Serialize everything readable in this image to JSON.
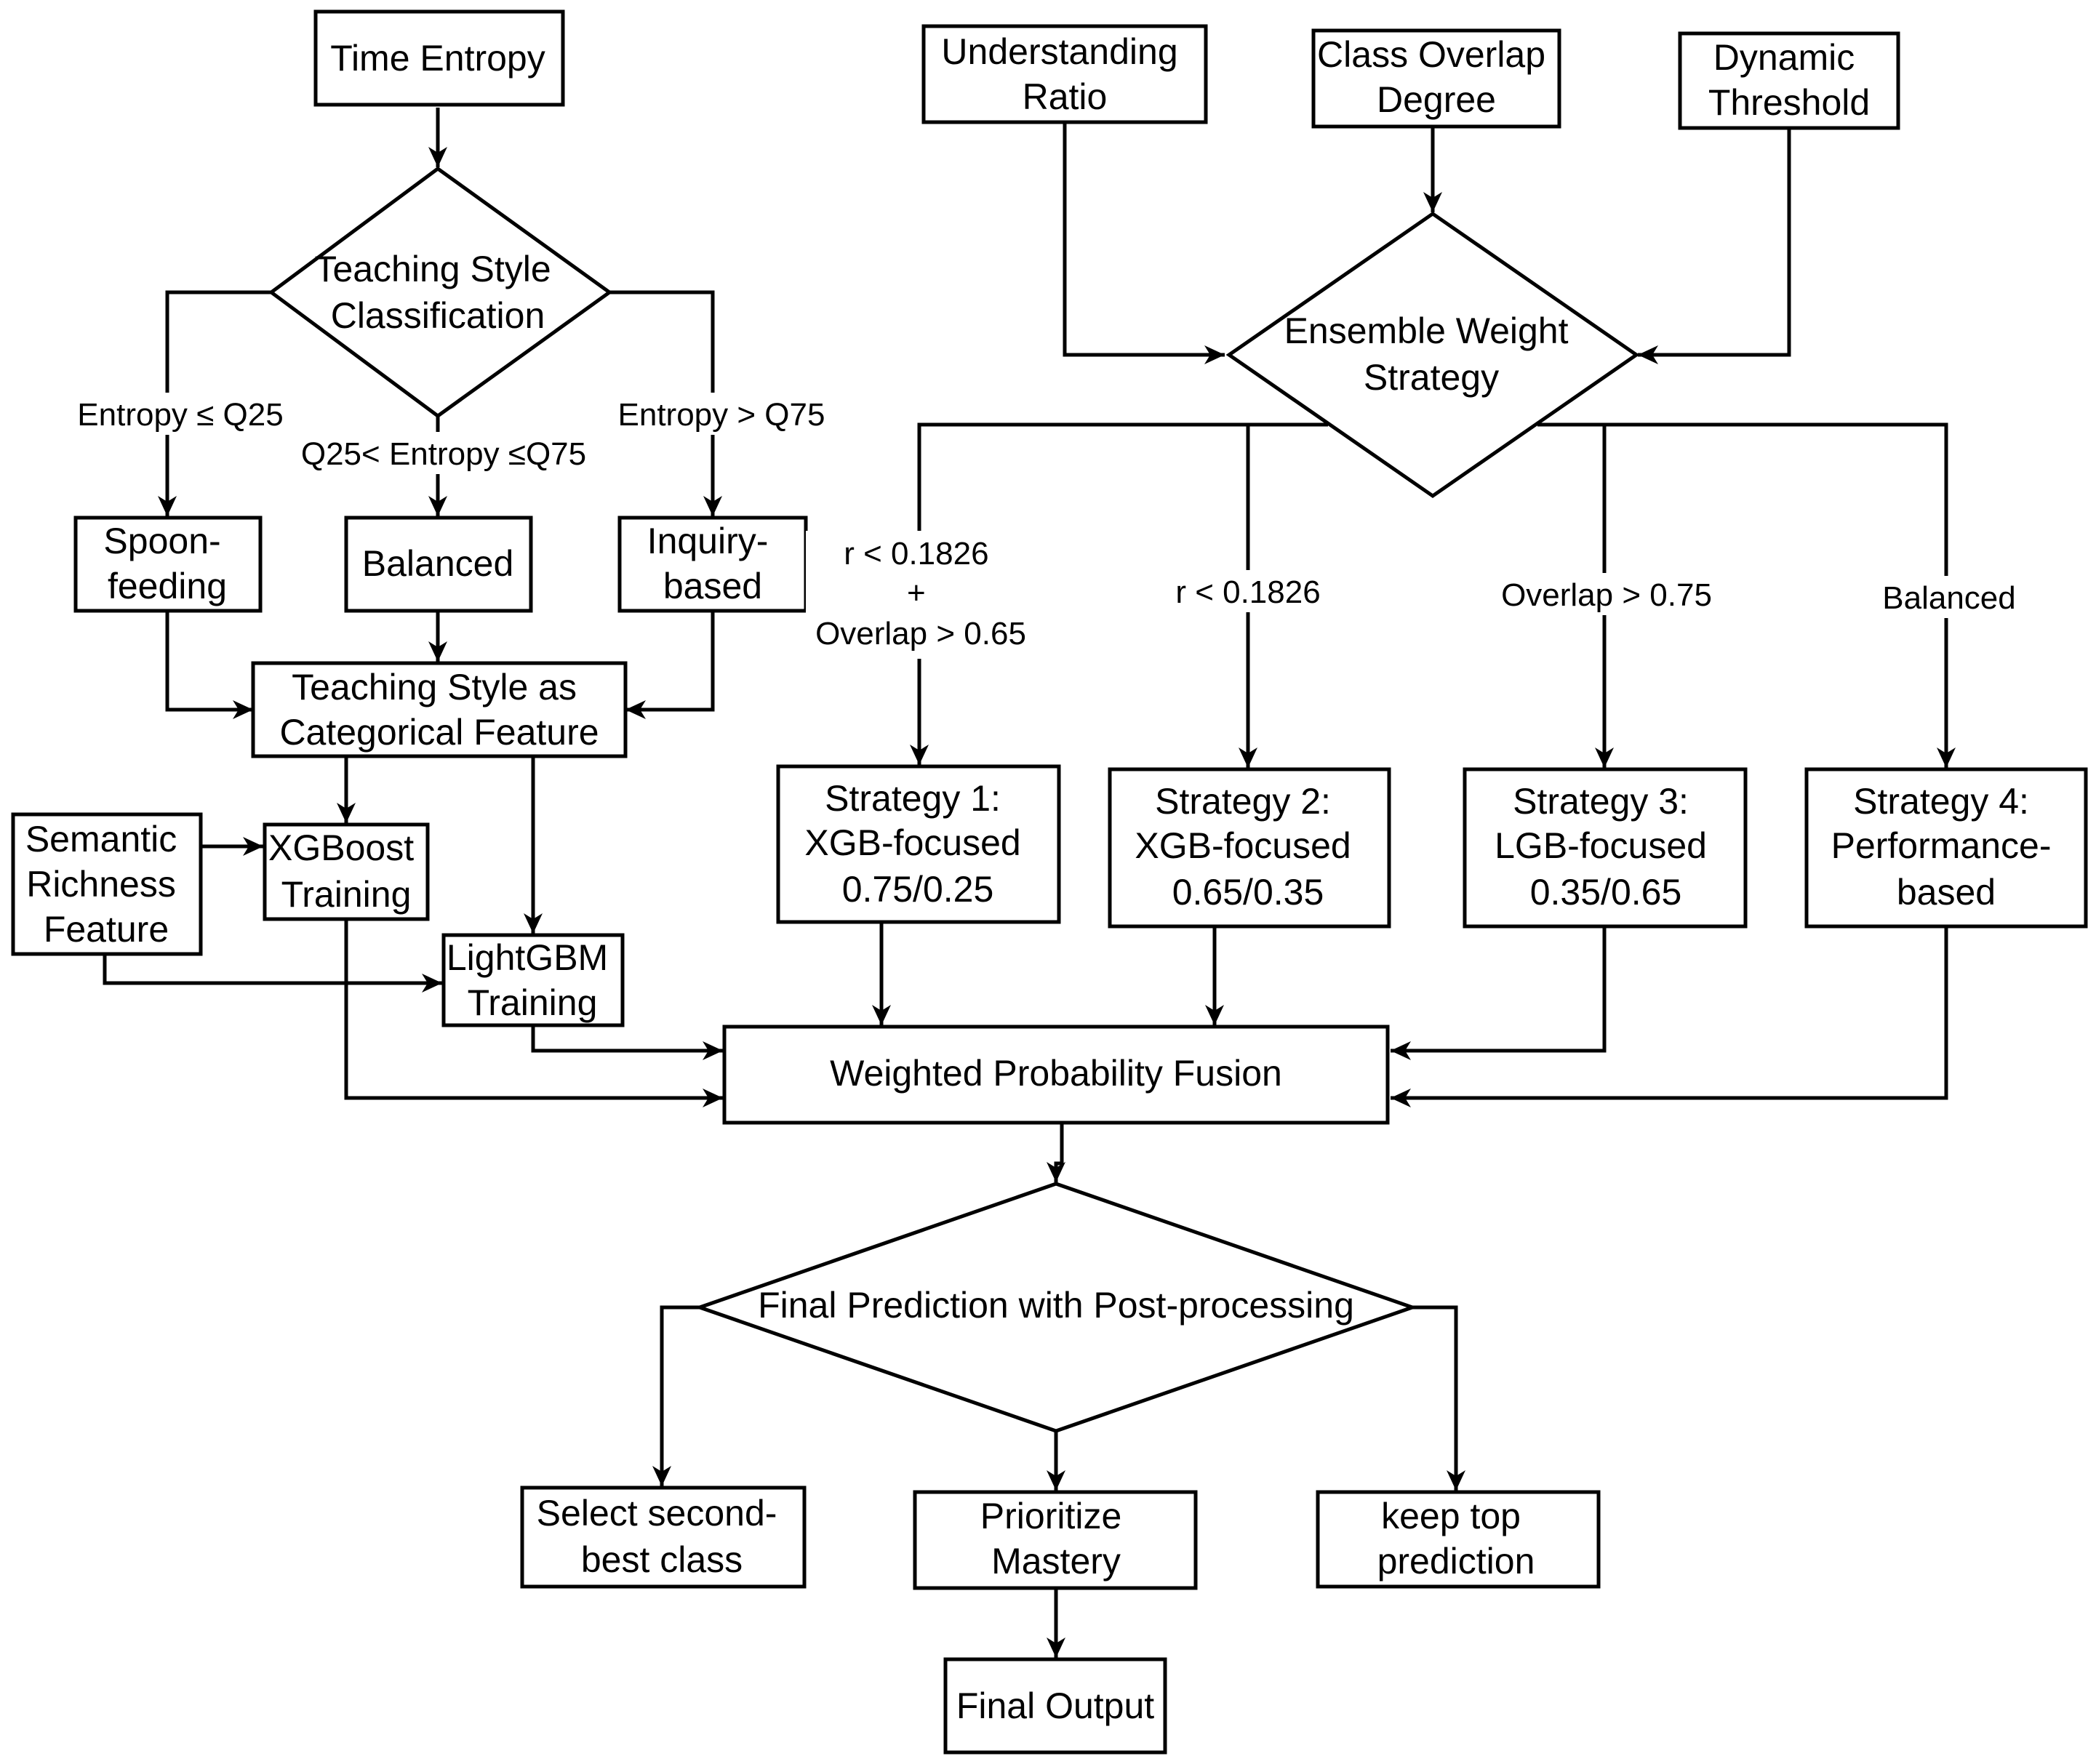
{
  "nodes": {
    "time_entropy": [
      "Time Entropy"
    ],
    "teaching_style_classification": [
      "Teaching Style",
      "Classification"
    ],
    "spoon_feeding": [
      "Spoon-",
      "feeding"
    ],
    "balanced_style": [
      "Balanced"
    ],
    "inquiry_based": [
      "Inquiry-",
      "based"
    ],
    "teaching_style_feature": [
      "Teaching Style as",
      "Categorical Feature"
    ],
    "semantic_richness": [
      "Semantic",
      "Richness",
      "Feature"
    ],
    "xgboost_training": [
      "XGBoost",
      "Training"
    ],
    "lightgbm_training": [
      "LightGBM",
      "Training"
    ],
    "understanding_ratio": [
      "Understanding",
      "Ratio"
    ],
    "class_overlap_degree": [
      "Class Overlap",
      "Degree"
    ],
    "dynamic_threshold": [
      "Dynamic",
      "Threshold"
    ],
    "ensemble_weight_strategy": [
      "Ensemble Weight",
      "Strategy"
    ],
    "strategy_1": [
      "Strategy 1:",
      "XGB-focused",
      "0.75/0.25"
    ],
    "strategy_2": [
      "Strategy 2:",
      "XGB-focused",
      "0.65/0.35"
    ],
    "strategy_3": [
      "Strategy 3:",
      "LGB-focused",
      "0.35/0.65"
    ],
    "strategy_4": [
      "Strategy 4:",
      "Performance-",
      "based"
    ],
    "weighted_probability_fusion": [
      "Weighted Probability Fusion"
    ],
    "final_prediction": [
      "Final Prediction with Post-processing"
    ],
    "select_second_best": [
      "Select second-",
      "best class"
    ],
    "prioritize_mastery": [
      "Prioritize",
      "Mastery"
    ],
    "keep_top_prediction": [
      "keep top",
      "prediction"
    ],
    "final_output": [
      "Final Output"
    ]
  },
  "edge_labels": {
    "entropy_low": [
      "Entropy ≤ Q25"
    ],
    "entropy_mid": [
      "Q25< Entropy ≤Q75"
    ],
    "entropy_high": [
      "Entropy > Q75"
    ],
    "cond_strategy_1": [
      "r < 0.1826",
      "+",
      "Overlap > 0.65"
    ],
    "cond_strategy_2": [
      "r < 0.1826"
    ],
    "cond_strategy_3": [
      "Overlap > 0.75"
    ],
    "cond_strategy_4": [
      "Balanced"
    ]
  }
}
